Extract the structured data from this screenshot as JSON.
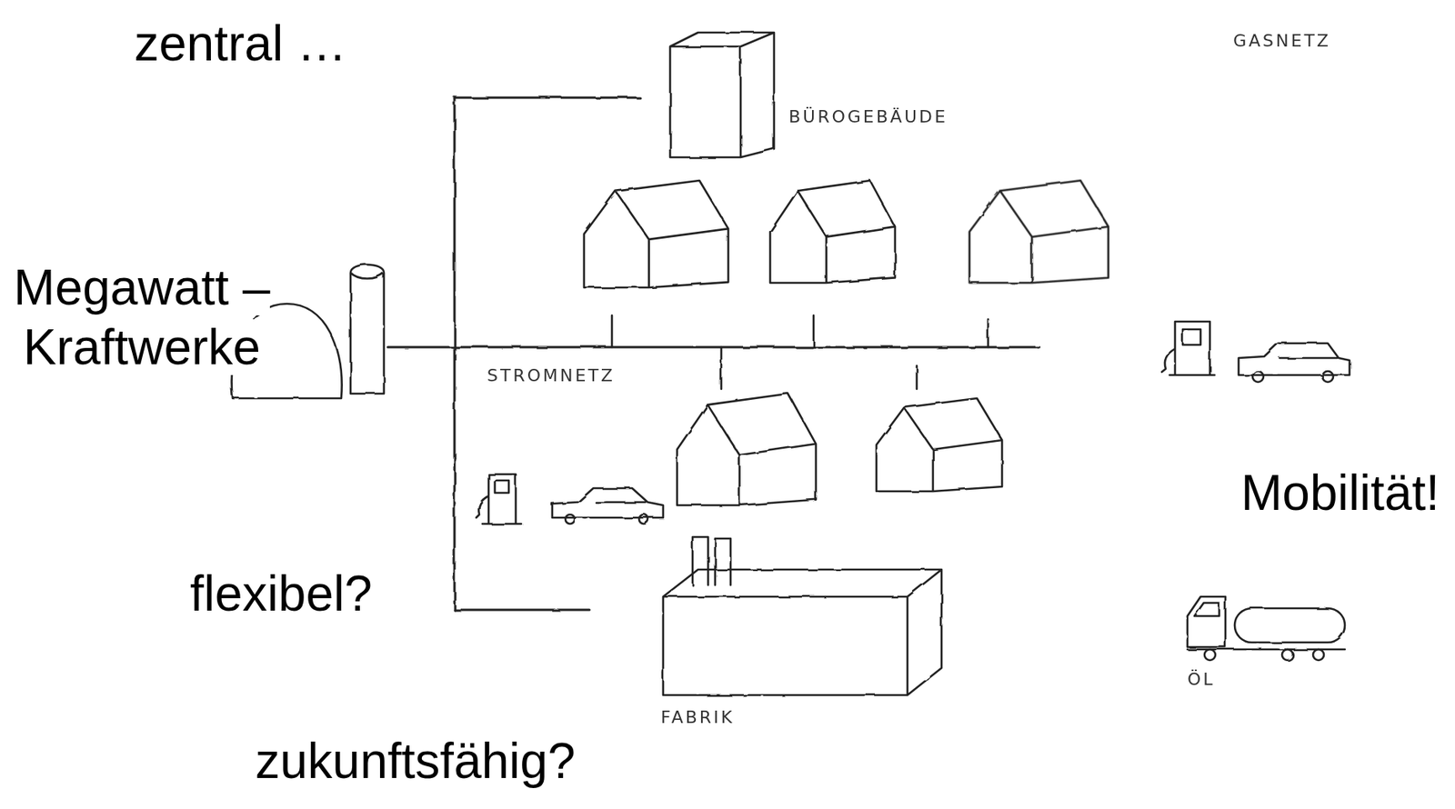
{
  "diagram": {
    "labels": [
      "zentral …",
      "BÜROGEBÄUDE",
      "GASNETZ",
      "Megawatt – Kraftwerke",
      "STROMNETZ",
      "Mobilität!",
      "flexibel?",
      "FABRIK",
      "ÖL",
      "zukunftsfähig?"
    ]
  }
}
